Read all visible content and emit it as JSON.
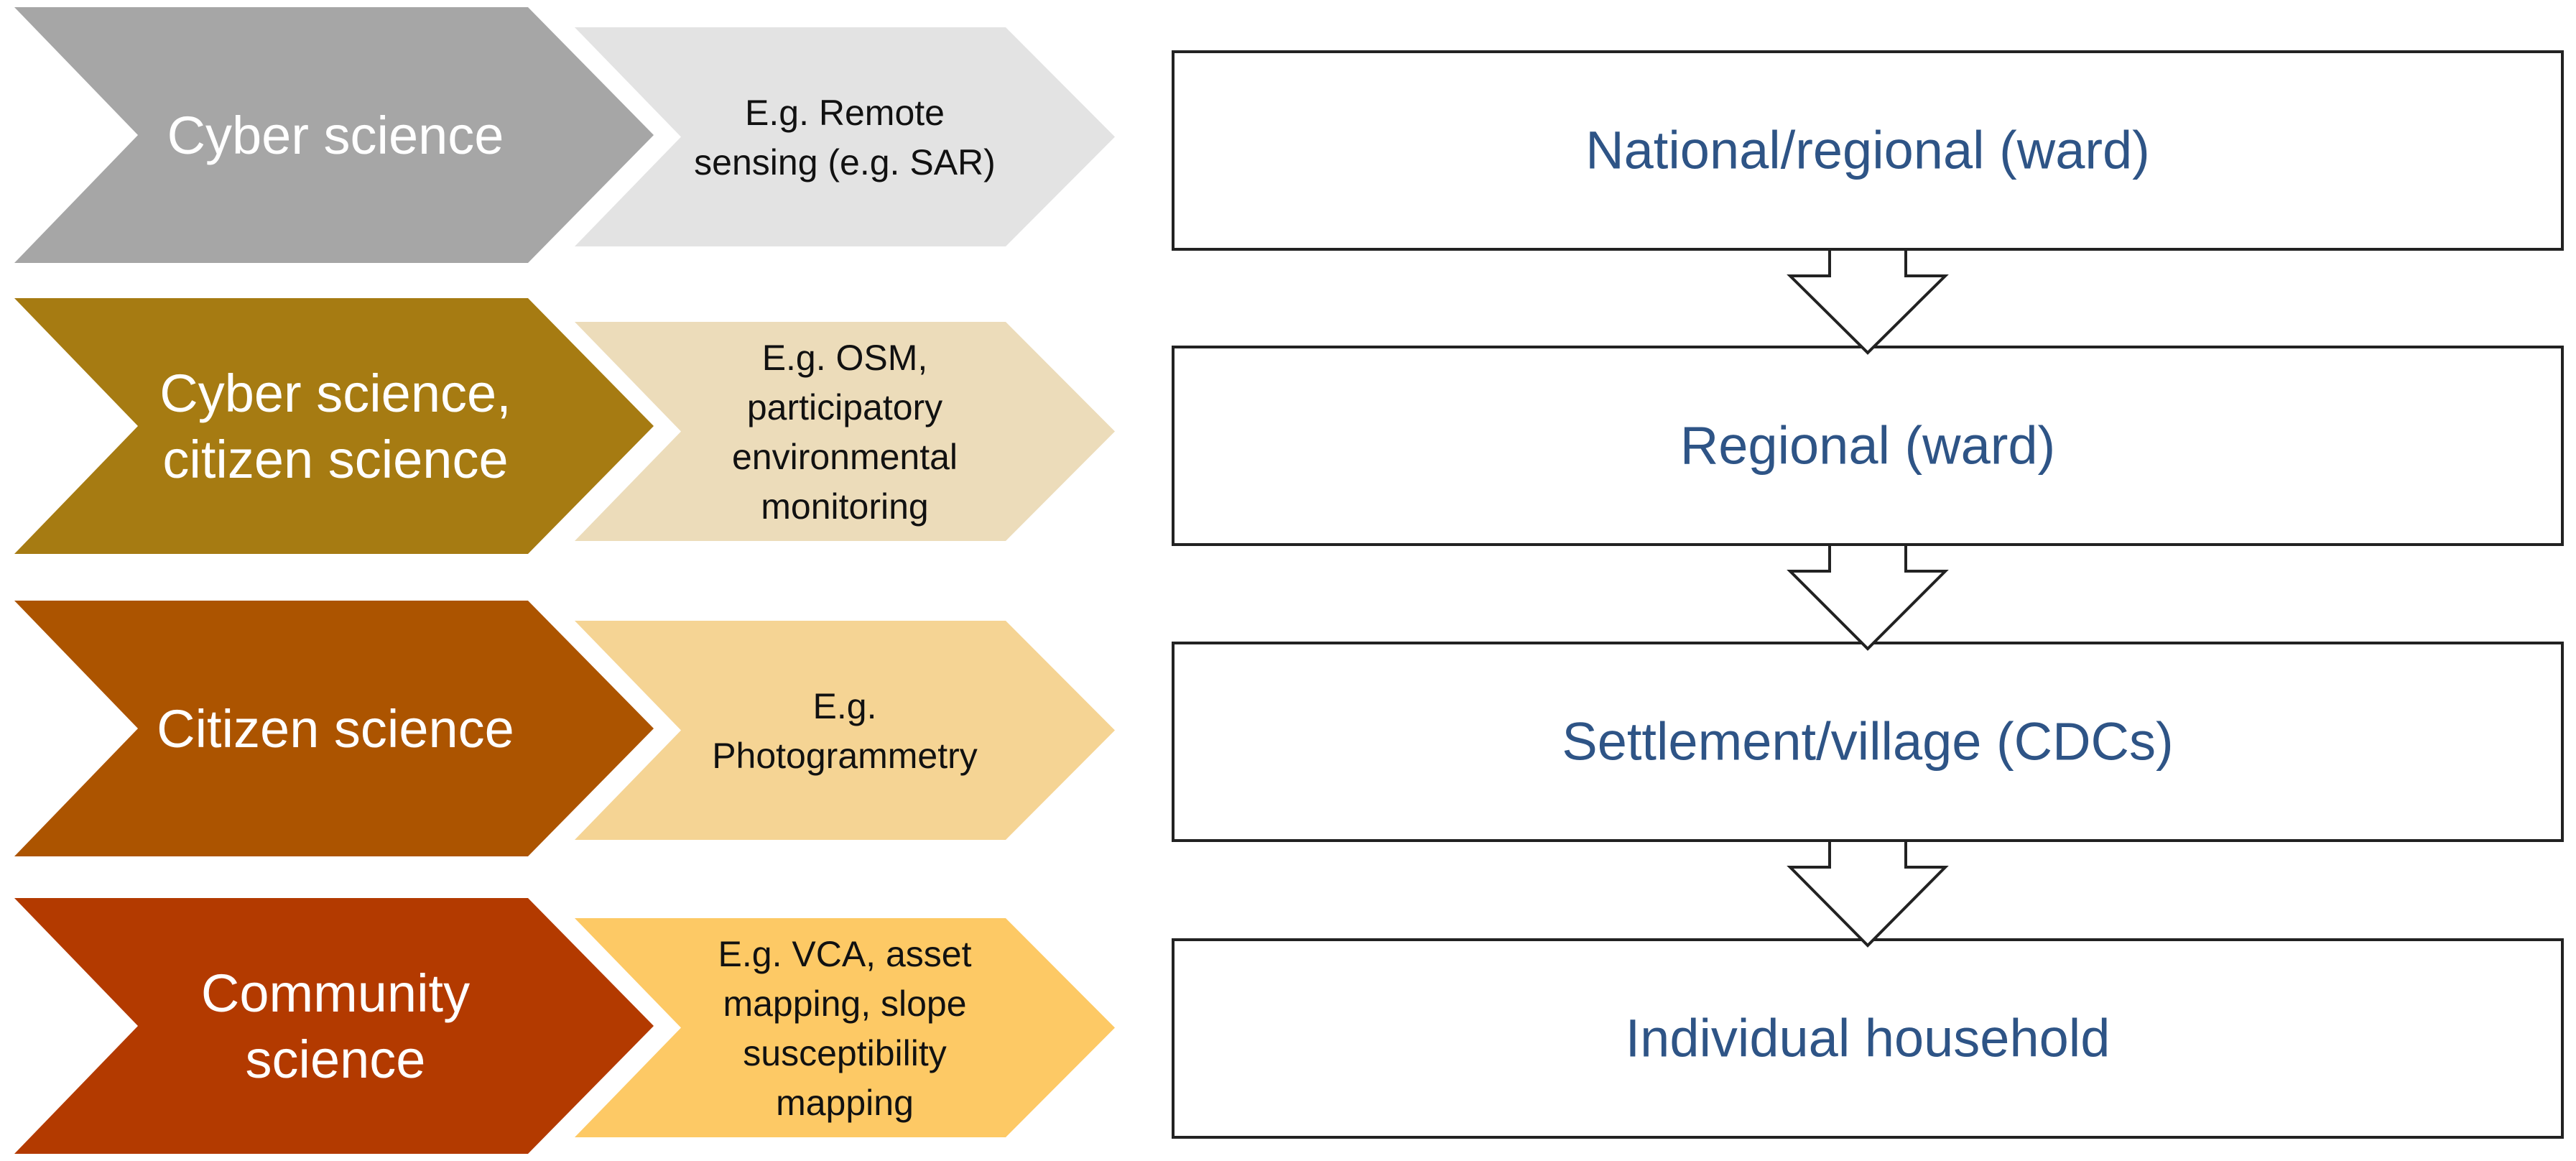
{
  "colors": {
    "background": "#ffffff",
    "arrow_outline": "#222222",
    "box_text": "#2e5486",
    "chevron_text_light": "#ffffff",
    "chevron_text_dark": "#111111"
  },
  "rows": [
    {
      "main_lines": [
        "Cyber science"
      ],
      "detail_lines": [
        "E.g. Remote",
        "sensing (e.g. SAR)"
      ],
      "main_color": "#a6a6a6",
      "detail_color": "#e3e3e3"
    },
    {
      "main_lines": [
        "Cyber science,",
        "citizen science"
      ],
      "detail_lines": [
        "E.g. OSM,",
        "participatory",
        "environmental",
        "monitoring"
      ],
      "main_color": "#a67b12",
      "detail_color": "#ecdcba"
    },
    {
      "main_lines": [
        "Citizen science"
      ],
      "detail_lines": [
        "E.g.",
        "Photogrammetry"
      ],
      "main_color": "#ac5400",
      "detail_color": "#f5d494"
    },
    {
      "main_lines": [
        "Community",
        "science"
      ],
      "detail_lines": [
        "E.g. VCA, asset",
        "mapping, slope",
        "susceptibility",
        "mapping"
      ],
      "main_color": "#b33a00",
      "detail_color": "#fdc965"
    }
  ],
  "levels": [
    {
      "label": "National/regional (ward)"
    },
    {
      "label": "Regional (ward)"
    },
    {
      "label": "Settlement/village (CDCs)"
    },
    {
      "label": "Individual household"
    }
  ]
}
